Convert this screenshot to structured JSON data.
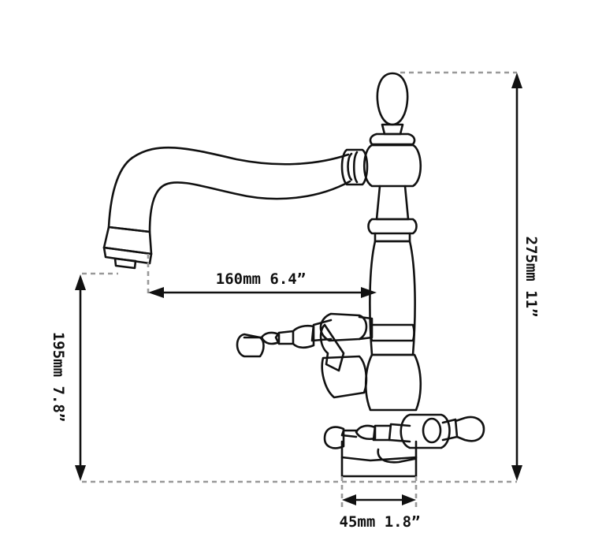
{
  "dimensions": {
    "total_height": "275mm 11”",
    "spout_reach": "160mm 6.4”",
    "spout_height": "195mm 7.8”",
    "base_diameter": "45mm 1.8”"
  }
}
